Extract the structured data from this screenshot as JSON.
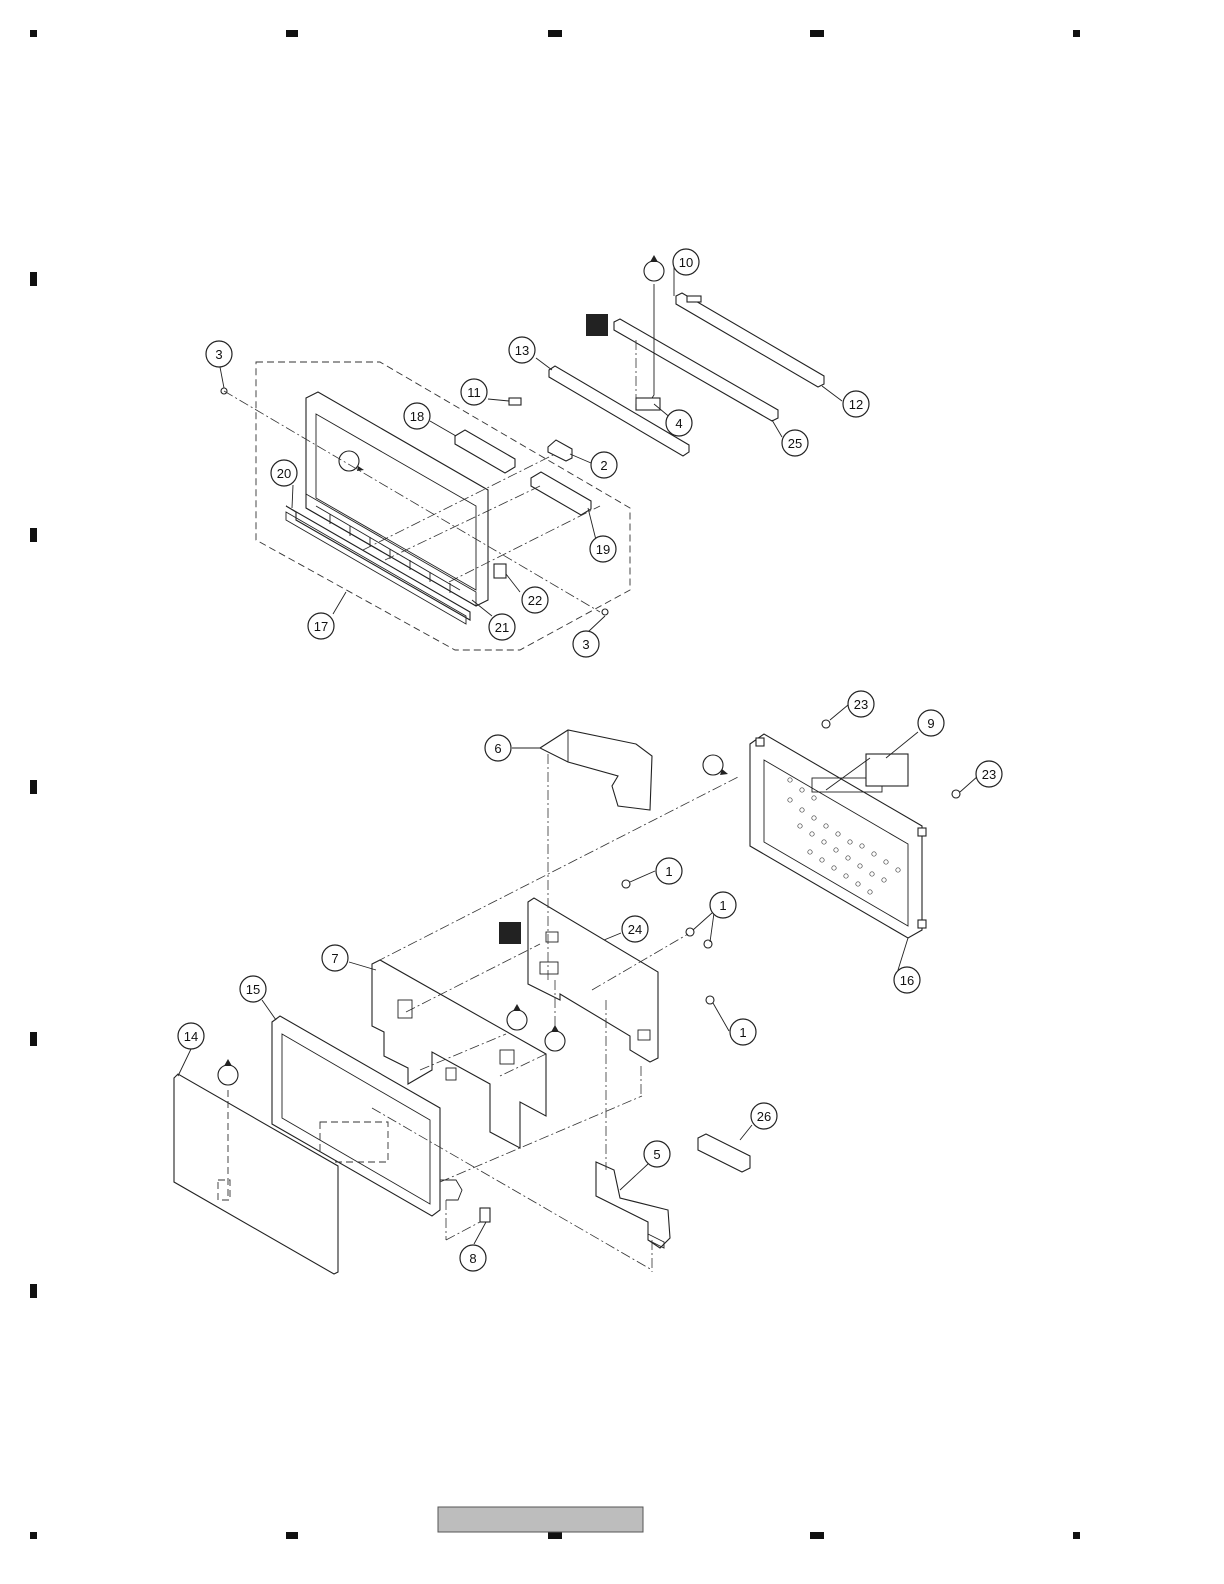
{
  "callouts": {
    "c1": "1",
    "c2": "2",
    "c3": "3",
    "c4": "4",
    "c5": "5",
    "c6": "6",
    "c7": "7",
    "c8": "8",
    "c9": "9",
    "c10": "10",
    "c11": "11",
    "c12": "12",
    "c13": "13",
    "c14": "14",
    "c15": "15",
    "c16": "16",
    "c17": "17",
    "c18": "18",
    "c19": "19",
    "c20": "20",
    "c21": "21",
    "c22": "22",
    "c23": "23",
    "c24": "24",
    "c25": "25",
    "c26": "26"
  },
  "colors": {
    "line": "#222222",
    "marker": "#222222",
    "footer": "#bdbdbd"
  }
}
